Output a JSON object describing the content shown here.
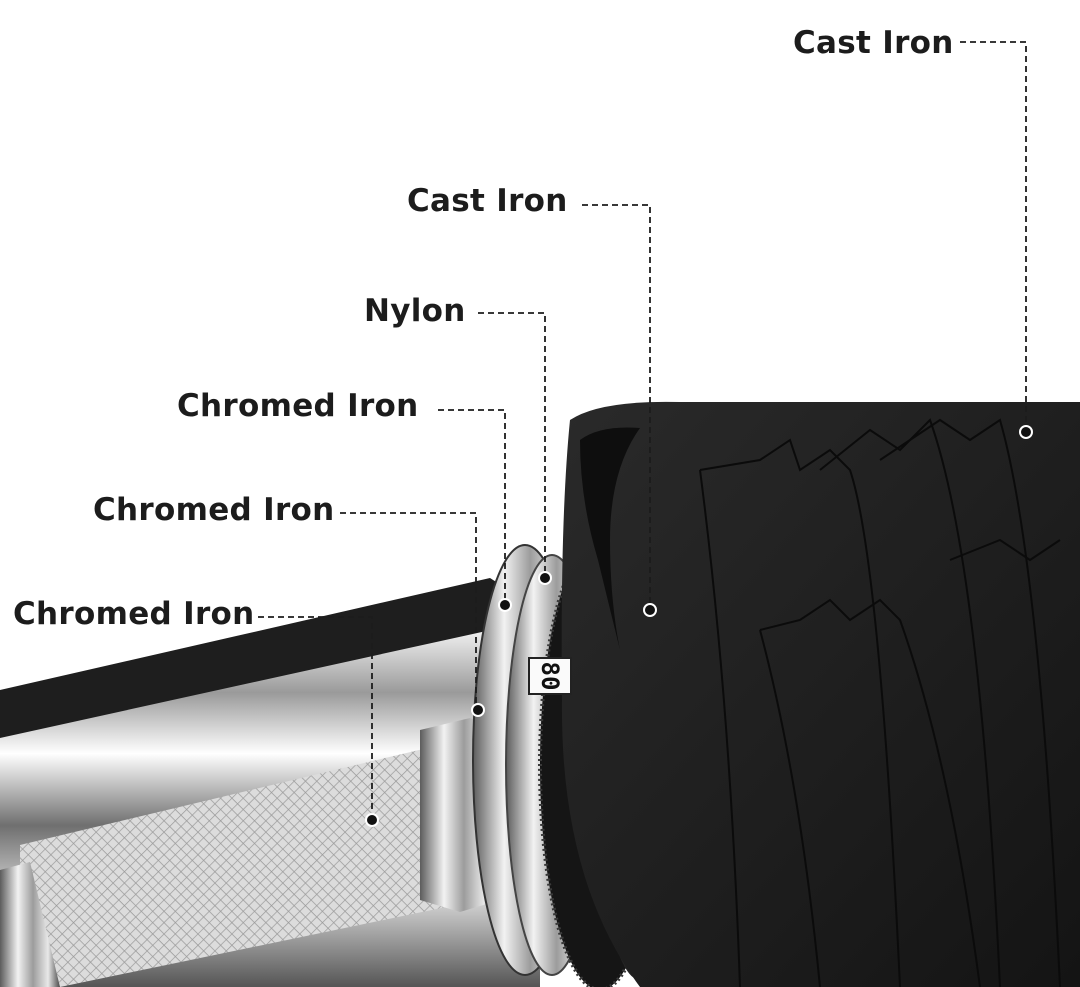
{
  "callouts": [
    {
      "label": "Cast Iron"
    },
    {
      "label": "Cast Iron"
    },
    {
      "label": "Nylon"
    },
    {
      "label": "Chromed Iron"
    },
    {
      "label": "Chromed Iron"
    },
    {
      "label": "Chromed Iron"
    }
  ],
  "weight_marker": "80",
  "colors": {
    "plate": "#1c1c1c",
    "chrome": "#c8c8c8",
    "label_text": "#1c1c1c",
    "background": "#ffffff"
  }
}
